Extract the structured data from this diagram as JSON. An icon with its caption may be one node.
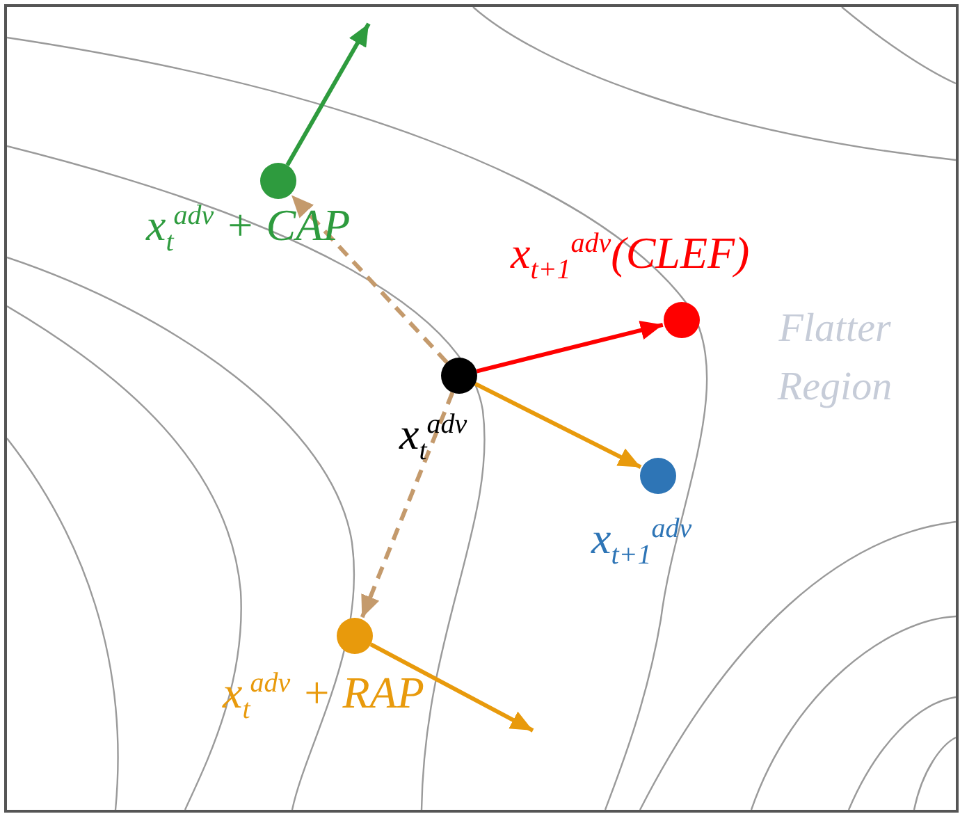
{
  "diagram": {
    "nodes": [
      {
        "text": [],
        "shape": "circle",
        "beside": [
          "x$_{t}$$^{adv}$ + CAP"
        ]
      },
      {
        "text": [],
        "shape": "circle",
        "beside": [
          "x$_{t+1}$$^{adv}$(CLEF)"
        ]
      },
      {
        "text": [],
        "shape": "circle",
        "beside": [
          "x$_{t}$$^{adv}$"
        ]
      },
      {
        "text": [],
        "shape": "circle",
        "beside": [
          "x$_{t+1}$$^{adv}$"
        ]
      },
      {
        "text": [],
        "shape": "circle",
        "beside": [
          "x$_{t}$$^{adv}$ + RAP"
        ]
      }
    ],
    "edges": [
      {
        "from": 0,
        "to": null,
        "arrow": "to",
        "color": "#2e9b3e"
      },
      {
        "from": 2,
        "to": 1,
        "arrow": "to",
        "color": "#ff0000"
      },
      {
        "from": 2,
        "to": 3,
        "arrow": "to",
        "color": "#e89a0c"
      },
      {
        "from": 2,
        "to": 0,
        "arrow": "to",
        "style": "dashed",
        "color": "#c49a6c"
      },
      {
        "from": 2,
        "to": 4,
        "arrow": "to",
        "style": "dashed",
        "color": "#c49a6c"
      },
      {
        "from": 4,
        "to": null,
        "arrow": "to",
        "color": "#e89a0c"
      }
    ],
    "labels": [
      "Flatter Region"
    ]
  }
}
